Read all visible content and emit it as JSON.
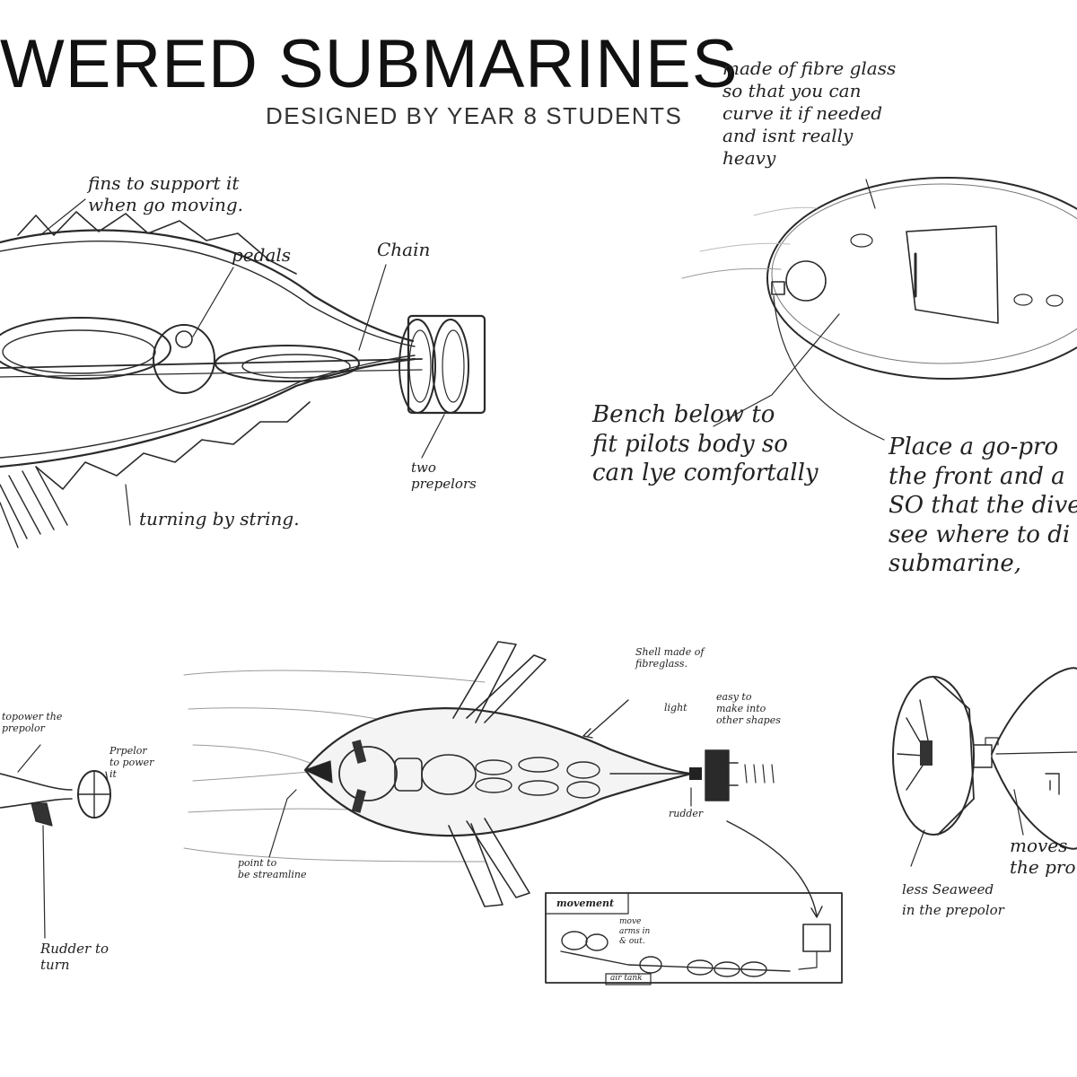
{
  "header": {
    "title": "WERED SUBMARINES",
    "subtitle": "DESIGNED BY YEAR 8 STUDENTS"
  },
  "sketch1": {
    "fins_note": "fins to support it\nwhen go moving.",
    "pedals": "pedals",
    "chain": "Chain",
    "propellers": "two\nprepelors",
    "turning": "turning by string."
  },
  "sketch2": {
    "fibreglass_note": "made of fibre glass\nso that you can\ncurve it if needed\nand isnt really\nheavy",
    "bench_note": "Bench below to\nfit pilots body so\ncan lye comfortally",
    "gopro_note": "Place a go-pro\nthe front and a\nSO that the dive\nsee where to di\nsubmarine,"
  },
  "sketch3": {
    "power_note": "topower the\nprepolor",
    "propeller_note": "Prpelor\nto power\nit",
    "rudder_note": "Rudder to\nturn"
  },
  "sketch4": {
    "shell_note": "Shell made of\nfibreglass.",
    "light": "light",
    "easy_note": "easy to\nmake into\nother shapes",
    "rudder": "rudder",
    "point_note": "point to\nbe streamline",
    "movement_title": "movement",
    "move_arms": "move\narms in\n& out.",
    "air_tank": "air tank"
  },
  "sketch5": {
    "moves_note": "moves\nthe pro",
    "seaweed_note": "less Seaweed\nin the prepolor"
  }
}
